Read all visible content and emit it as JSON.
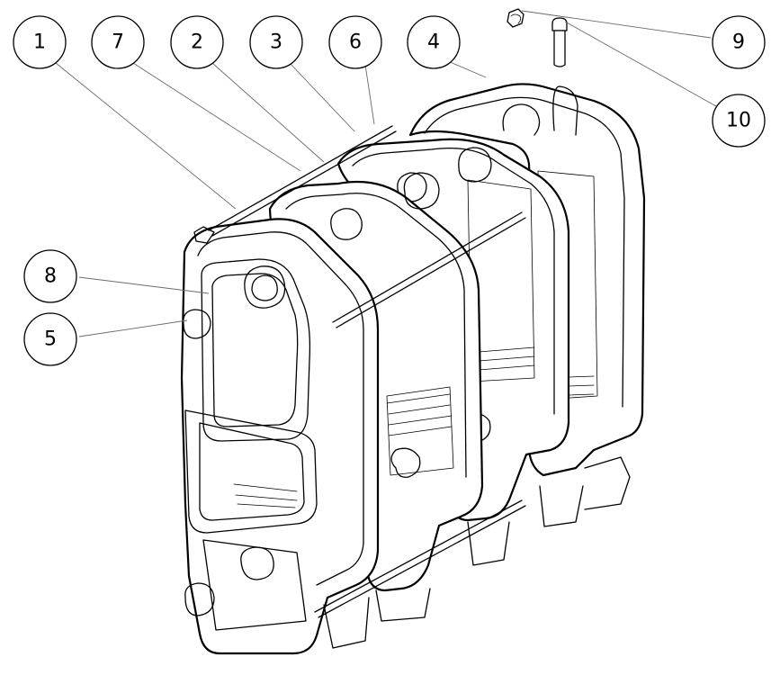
{
  "diagram": {
    "callouts": [
      {
        "id": "c1",
        "label": "1"
      },
      {
        "id": "c7",
        "label": "7"
      },
      {
        "id": "c2",
        "label": "2"
      },
      {
        "id": "c3",
        "label": "3"
      },
      {
        "id": "c6",
        "label": "6"
      },
      {
        "id": "c4",
        "label": "4"
      },
      {
        "id": "c9",
        "label": "9"
      },
      {
        "id": "c10",
        "label": "10"
      },
      {
        "id": "c8",
        "label": "8"
      },
      {
        "id": "c5",
        "label": "5"
      }
    ],
    "colors": {
      "ink": "#000000",
      "leader": "#6a6a6a",
      "background": "#ffffff"
    }
  }
}
